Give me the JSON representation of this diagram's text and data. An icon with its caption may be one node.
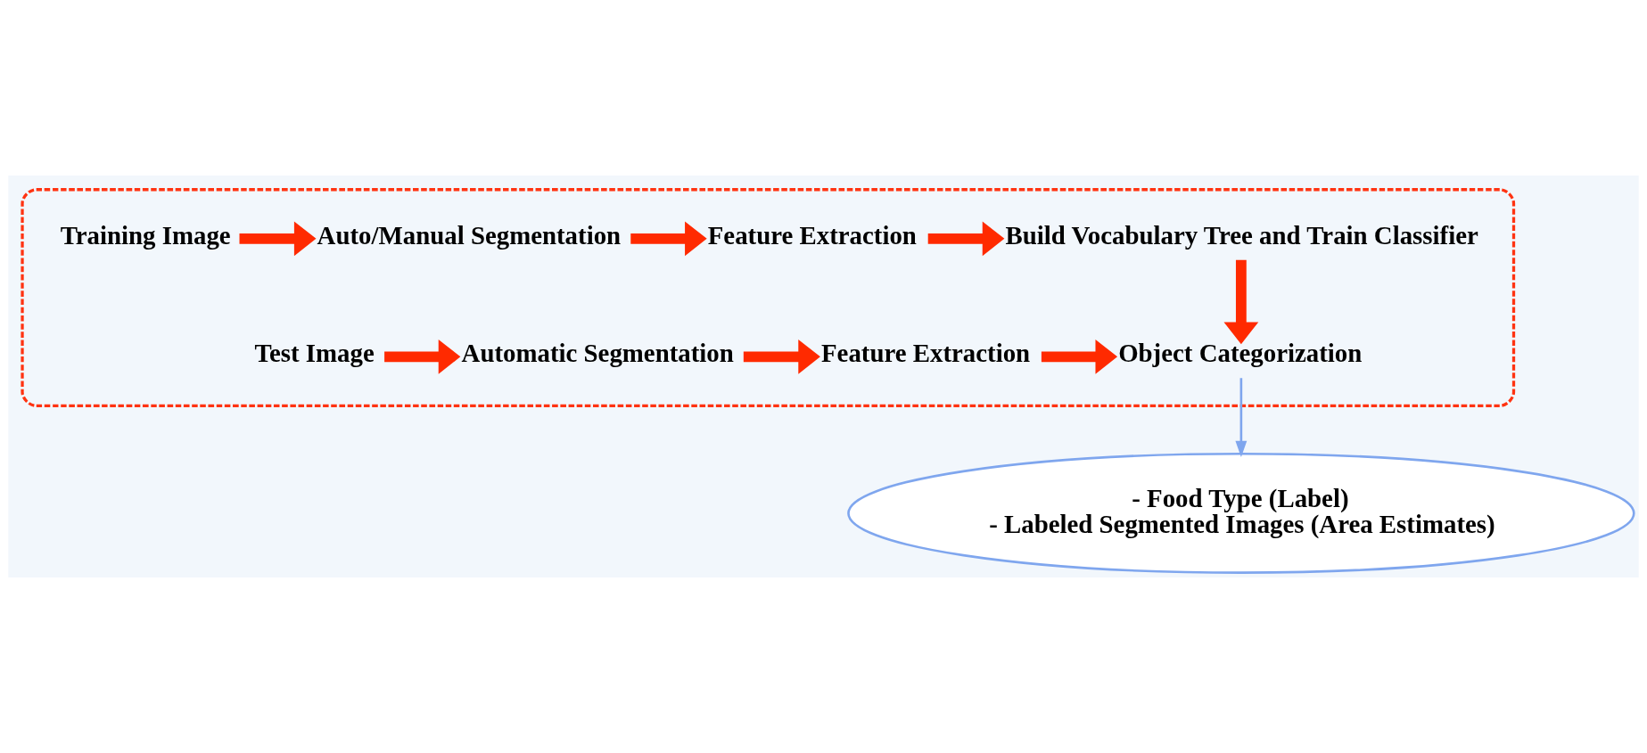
{
  "diagram": {
    "nodes": [
      {
        "text": [],
        "shape": "box"
      },
      {
        "text": [
          "Training Image"
        ],
        "in": 0
      },
      {
        "text": [
          "Auto/Manual Segmentation"
        ],
        "in": 0
      },
      {
        "text": [
          "Feature Extraction"
        ],
        "in": 0
      },
      {
        "text": [
          "Build Vocabulary Tree and Train Classifier"
        ],
        "in": 0
      },
      {
        "text": [
          "Test Image"
        ],
        "in": 0
      },
      {
        "text": [
          "Automatic Segmentation"
        ],
        "in": 0
      },
      {
        "text": [
          "Feature Extraction"
        ],
        "in": 0
      },
      {
        "text": [
          "Object Categorization"
        ],
        "in": 0
      },
      {
        "text": [
          "- Food Type (Label)",
          "- Labeled Segmented Images (Area Estimates)"
        ]
      }
    ],
    "edges": [
      {
        "from": 1,
        "to": 2,
        "arrow": "to"
      },
      {
        "from": 2,
        "to": 3,
        "arrow": "to"
      },
      {
        "from": 3,
        "to": 4,
        "arrow": "to"
      },
      {
        "from": 4,
        "to": 8,
        "arrow": "to"
      },
      {
        "from": 5,
        "to": 6,
        "arrow": "to"
      },
      {
        "from": 6,
        "to": 7,
        "arrow": "to"
      },
      {
        "from": 7,
        "to": 8,
        "arrow": "to"
      },
      {
        "from": 8,
        "to": 9,
        "arrow": "to",
        "color": "#7fa6ee"
      }
    ]
  }
}
